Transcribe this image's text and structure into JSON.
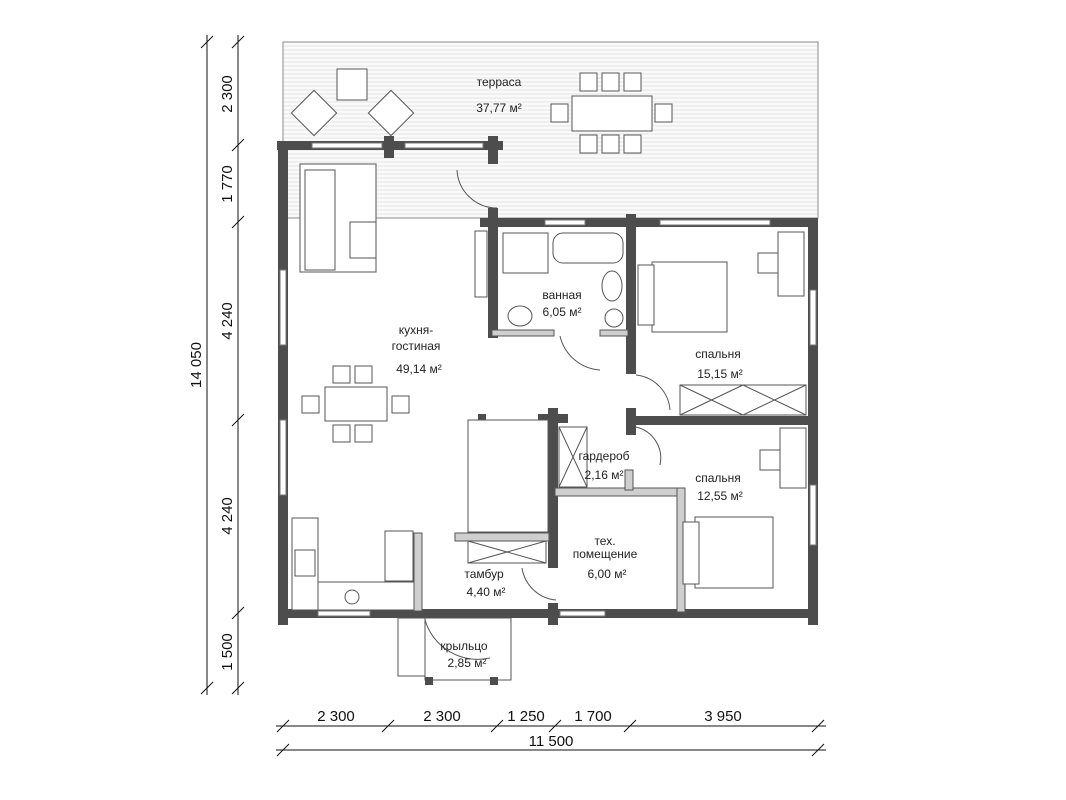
{
  "rooms": {
    "terrace": {
      "name": "терраса",
      "area": "37,77 м²"
    },
    "kitchen_living": {
      "name_line1": "кухня-",
      "name_line2": "гостиная",
      "area": "49,14 м²"
    },
    "bathroom": {
      "name": "ванная",
      "area": "6,05 м²"
    },
    "bedroom1": {
      "name": "спальня",
      "area": "15,15 м²"
    },
    "wardrobe": {
      "name": "гардероб",
      "area": "2,16 м²"
    },
    "bedroom2": {
      "name": "спальня",
      "area": "12,55 м²"
    },
    "tech_room": {
      "name_line1": "тех.",
      "name_line2": "помещение",
      "area": "6,00 м²"
    },
    "vestibule": {
      "name": "тамбур",
      "area": "4,40 м²"
    },
    "porch": {
      "name": "крыльцо",
      "area": "2,85 м²"
    }
  },
  "dimensions": {
    "vertical_total": "14 050",
    "vertical": [
      "2 300",
      "1 770",
      "4 240",
      "4 240",
      "1 500"
    ],
    "horizontal": [
      "2 300",
      "2 300",
      "1 250",
      "1 700",
      "3 950"
    ],
    "horizontal_total": "11 500"
  }
}
